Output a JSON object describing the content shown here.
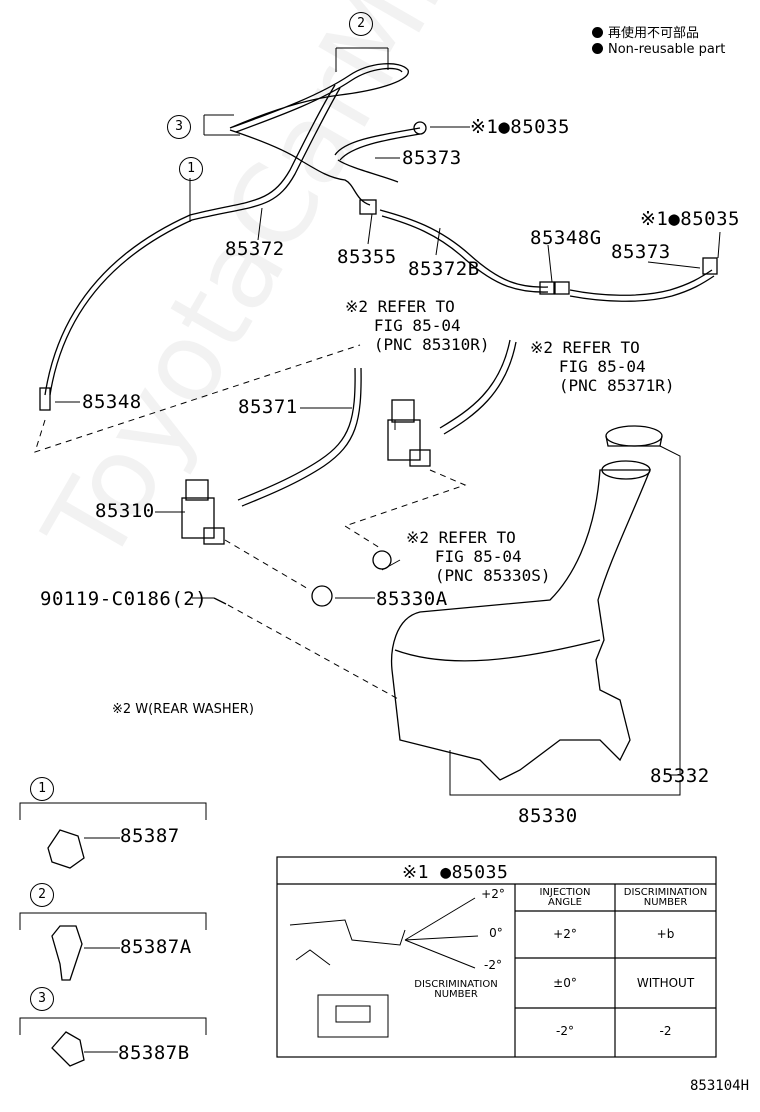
{
  "legend": {
    "jp": "再使用不可部品",
    "en": "Non-reusable part"
  },
  "callouts": {
    "c1": "1",
    "c2": "2",
    "c3": "3"
  },
  "parts": {
    "p85035_top": "※1●85035",
    "p85373_top": "85373",
    "p85372": "85372",
    "p85355": "85355",
    "p85372B": "85372B",
    "p85348G": "85348G",
    "p85035_right": "※1●85035",
    "p85373_right": "85373",
    "p85348": "85348",
    "p85371": "85371",
    "p85310": "85310",
    "p90119": "90119-C0186(2)",
    "p85330A": "85330A",
    "p85332": "85332",
    "p85330": "85330",
    "p85387": "85387",
    "p85387A": "85387A",
    "p85387B": "85387B"
  },
  "refs": {
    "r1": "※2 REFER TO\n   FIG 85-04\n   (PNC 85310R)",
    "r2": "※2 REFER TO\n   FIG 85-04\n   (PNC 85371R)",
    "r3": "※2 REFER TO\n   FIG 85-04\n   (PNC 85330S)"
  },
  "rear_note": "※2 W(REAR WASHER)",
  "table": {
    "title": "※1 ●85035",
    "col1_header": "INJECTION\nANGLE",
    "col2_header": "DISCRIMINATION\nNUMBER",
    "rows": [
      {
        "angle": "+2°",
        "number": "+b"
      },
      {
        "angle": "±0°",
        "number": "WITHOUT"
      },
      {
        "angle": "-2°",
        "number": "-2"
      }
    ],
    "angle_plus": "+2°",
    "angle_zero": "0°",
    "angle_minus": "-2°",
    "disc_label": "DISCRIMINATION\nNUMBER"
  },
  "figure_id": "853104H",
  "watermark": "ToyotaCarMine.ru"
}
